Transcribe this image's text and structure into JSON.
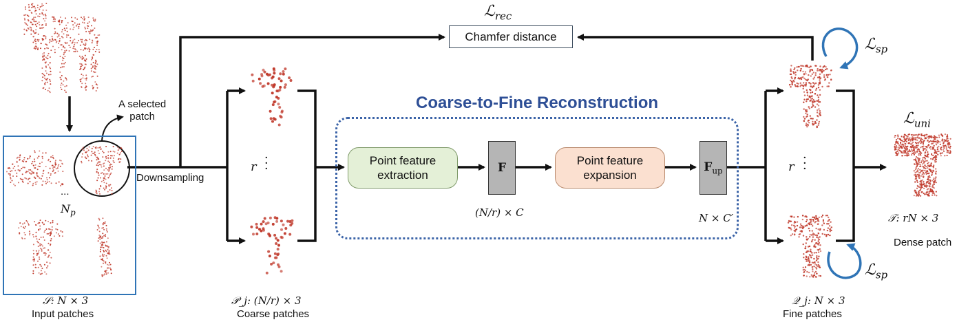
{
  "losses": {
    "rec": "ℒ_rec",
    "sp_top": "ℒ_sp",
    "sp_bottom": "ℒ_sp",
    "uni": "ℒ_uni"
  },
  "boxes": {
    "chamfer": "Chamfer distance",
    "feature_extraction": "Point feature extraction",
    "feature_expansion": "Point feature expansion",
    "feature_F": "F",
    "feature_Fup": "F_up"
  },
  "title": "Coarse-to-Fine Reconstruction",
  "labels": {
    "selected_patch": "A selected patch",
    "downsampling": "Downsampling",
    "ellipsis": "...",
    "num_patches": "N_p",
    "r_coarse": "r",
    "r_fine": "r",
    "dim_F": "(N/r) × C",
    "dim_Fup": "N × C′",
    "input_set": "𝒮: N × 3",
    "input_caption": "Input patches",
    "coarse_set": "𝒫_j: (N/r) × 3",
    "coarse_caption": "Coarse patches",
    "fine_set": "𝒬_j: N × 3",
    "fine_caption": "Fine patches",
    "dense_set": "𝒯: rN × 3",
    "dense_caption": "Dense patch"
  },
  "colors": {
    "points": "#c0392b",
    "input_frame": "#2f74b6",
    "title": "#2e4f96",
    "curved_arrow": "#2f74b6",
    "extraction_fill": "#e4f0d7",
    "expansion_fill": "#fbe0d0",
    "feature_fill": "#b5b5b5"
  }
}
